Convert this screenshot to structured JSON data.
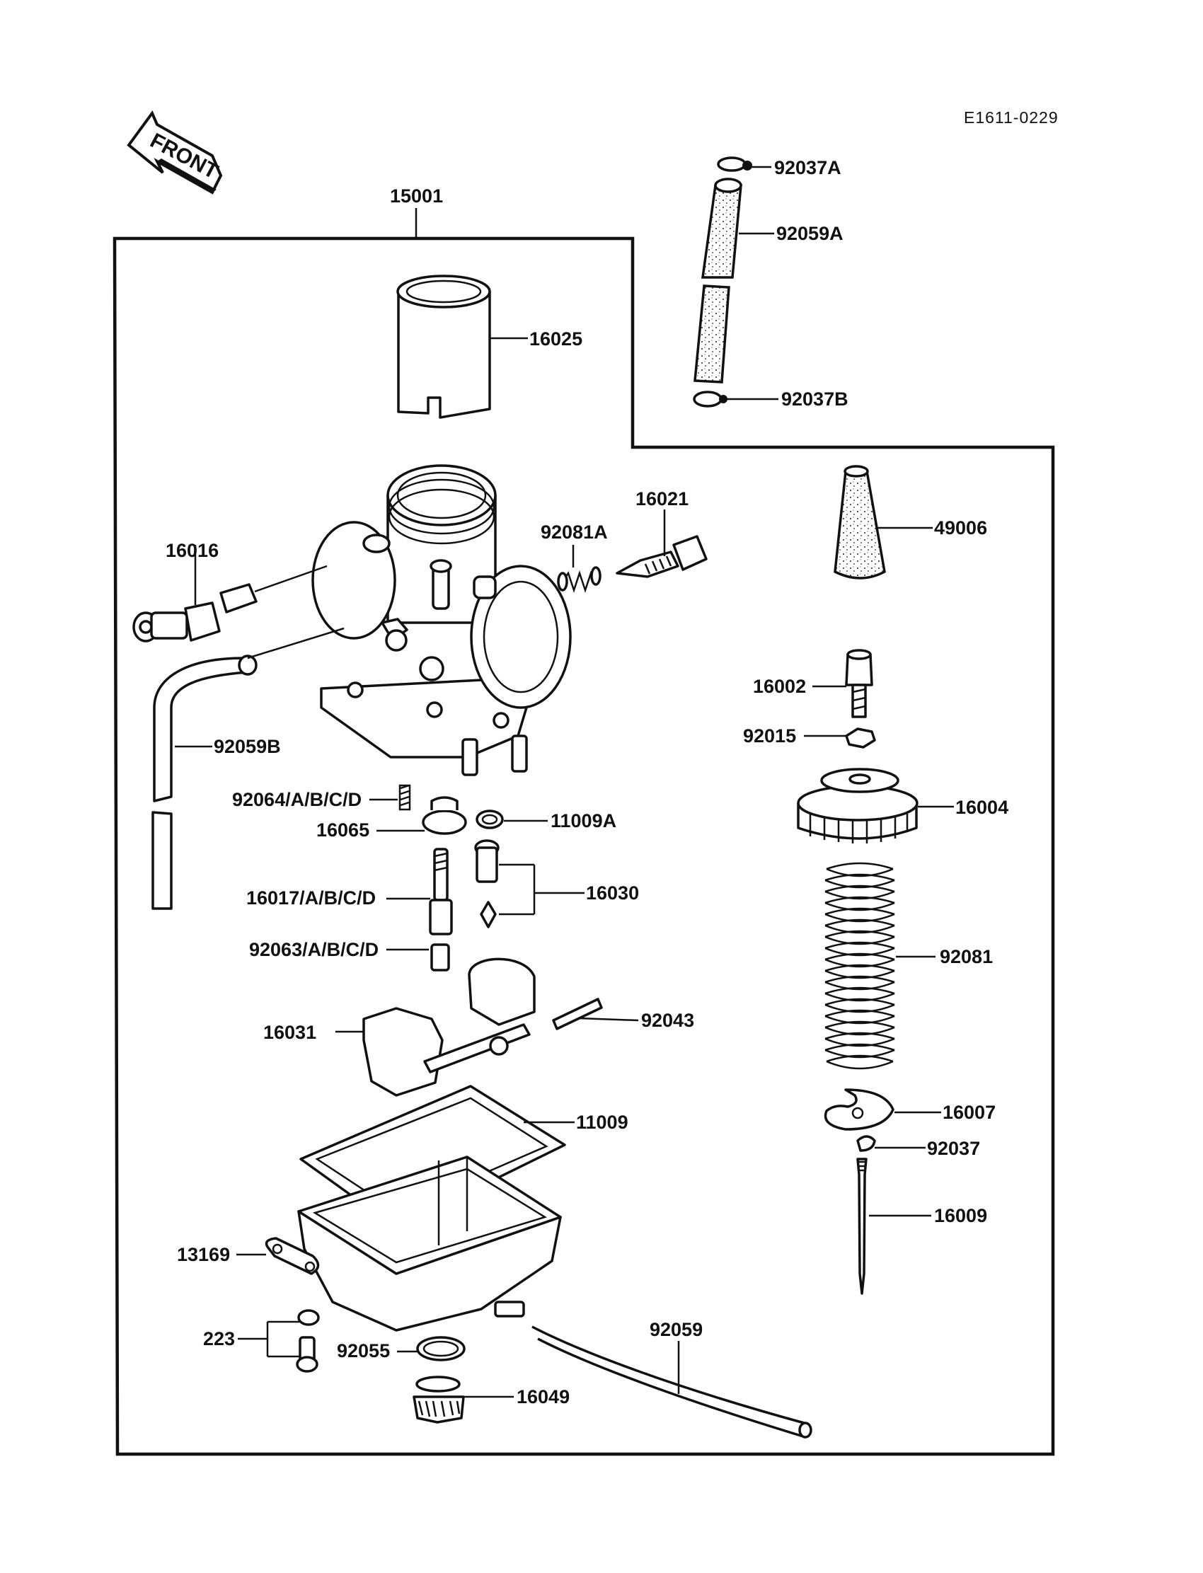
{
  "diagram_code": "E1611-0229",
  "front_label": "FRONT",
  "parts": {
    "p15001": "15001",
    "p16025": "16025",
    "p92037A": "92037A",
    "p92059A": "92059A",
    "p92037B": "92037B",
    "p16021": "16021",
    "p92081A": "92081A",
    "p16016": "16016",
    "p49006": "49006",
    "p16002": "16002",
    "p92015": "92015",
    "p92059B": "92059B",
    "p16004": "16004",
    "p92064": "92064/A/B/C/D",
    "p11009A": "11009A",
    "p16065": "16065",
    "p16017": "16017/A/B/C/D",
    "p16030": "16030",
    "p92063": "92063/A/B/C/D",
    "p92081": "92081",
    "p16031": "16031",
    "p92043": "92043",
    "p11009": "11009",
    "p16007": "16007",
    "p92037": "92037",
    "p16009": "16009",
    "p13169": "13169",
    "p223": "223",
    "p92055": "92055",
    "p92059": "92059",
    "p16049": "16049"
  }
}
